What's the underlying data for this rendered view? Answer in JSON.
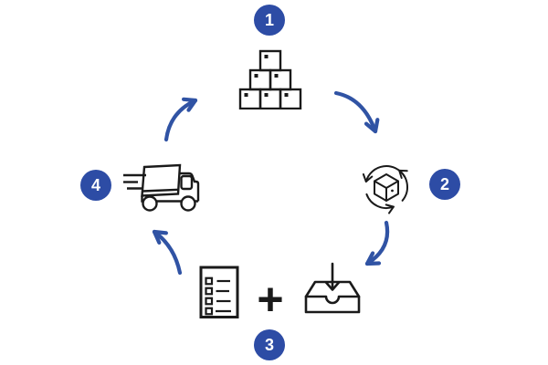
{
  "colors": {
    "background": "#ffffff",
    "accent": "#2d4ca5",
    "arrow": "#3053a4",
    "ink": "#1a1a1a",
    "badge_text": "#ffffff"
  },
  "diagram": {
    "type": "circular-process",
    "plus_sign": "+",
    "steps": [
      {
        "number": "1",
        "position": "top",
        "icon": "stacked-boxes-icon"
      },
      {
        "number": "2",
        "position": "right",
        "icon": "package-sync-icon"
      },
      {
        "number": "3",
        "position": "bottom",
        "icon": "checklist-icon + inbox-receive-icon"
      },
      {
        "number": "4",
        "position": "left",
        "icon": "delivery-truck-icon"
      }
    ],
    "arrows": [
      {
        "from": "1",
        "to": "2"
      },
      {
        "from": "2",
        "to": "3"
      },
      {
        "from": "3",
        "to": "4"
      },
      {
        "from": "4",
        "to": "1"
      }
    ]
  }
}
